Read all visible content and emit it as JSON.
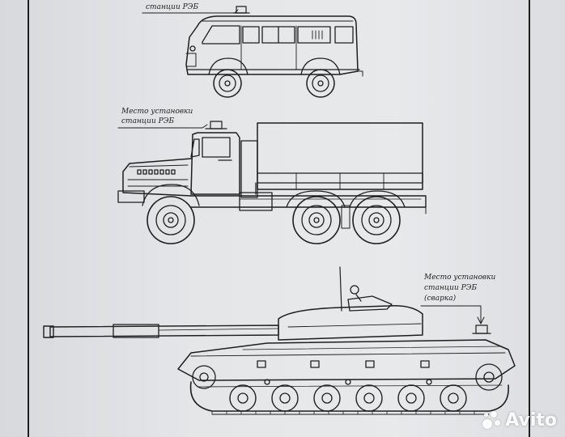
{
  "callouts": {
    "bus_label": "станции РЭБ",
    "truck_label_line1": "Место установки",
    "truck_label_line2": "станции РЭБ",
    "tank_label_line1": "Место установки",
    "tank_label_line2": "станции РЭБ",
    "tank_label_line3": "(сварка)"
  },
  "watermark": {
    "brand": "Avito"
  },
  "colors": {
    "ink": "#1e1e1e",
    "paper": "#e4e6e8",
    "background": "#3b3c40"
  }
}
